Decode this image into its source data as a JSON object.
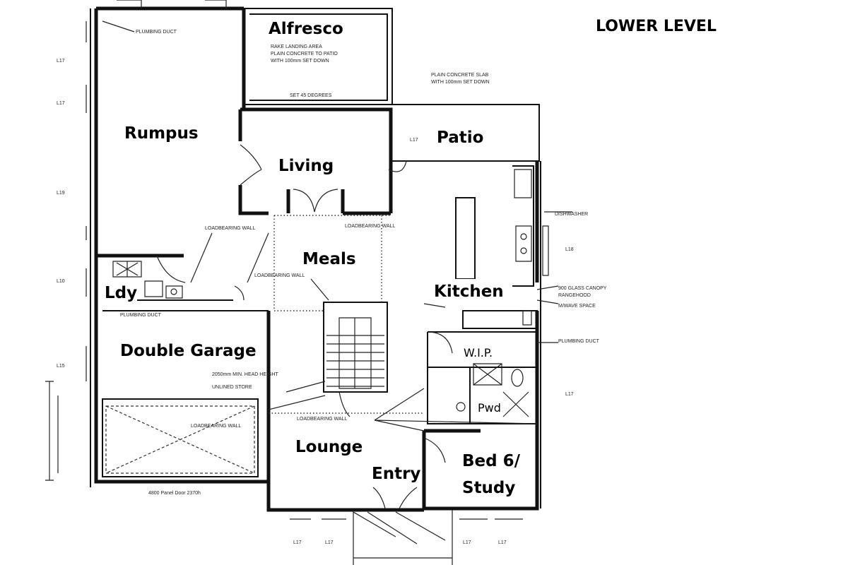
{
  "title": "LOWER LEVEL",
  "rooms": {
    "alfresco": "Alfresco",
    "rumpus": "Rumpus",
    "living": "Living",
    "patio": "Patio",
    "meals": "Meals",
    "kitchen": "Kitchen",
    "ldy": "Ldy",
    "double_garage": "Double Garage",
    "wip": "W.I.P.",
    "pwd": "Pwd",
    "lounge": "Lounge",
    "entry": "Entry",
    "bed6_line1": "Bed 6/",
    "bed6_line2": "Study"
  }
}
